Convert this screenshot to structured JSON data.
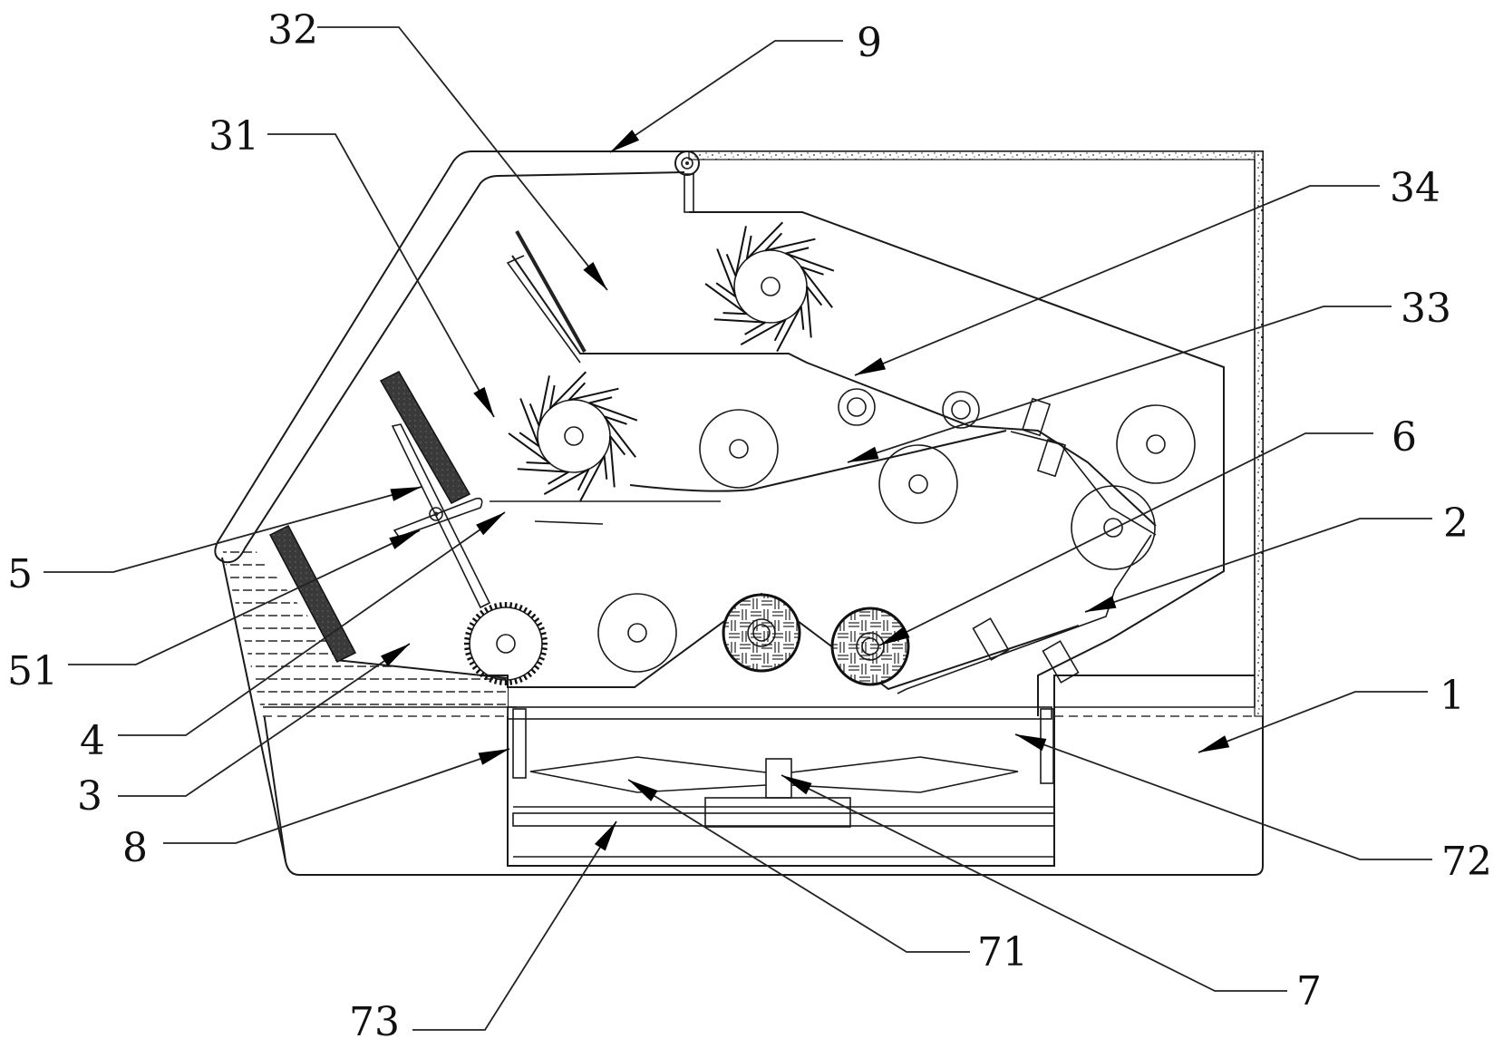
{
  "figure": {
    "type": "patent-cross-section-drawing",
    "line_color": "#1a1a1a",
    "background": "#ffffff"
  },
  "callouts": [
    {
      "id": "c32",
      "label": "32"
    },
    {
      "id": "c9",
      "label": "9"
    },
    {
      "id": "c31",
      "label": "31"
    },
    {
      "id": "c34",
      "label": "34"
    },
    {
      "id": "c33",
      "label": "33"
    },
    {
      "id": "c6",
      "label": "6"
    },
    {
      "id": "c2",
      "label": "2"
    },
    {
      "id": "c5",
      "label": "5"
    },
    {
      "id": "c51",
      "label": "51"
    },
    {
      "id": "c4",
      "label": "4"
    },
    {
      "id": "c3",
      "label": "3"
    },
    {
      "id": "c1",
      "label": "1"
    },
    {
      "id": "c8",
      "label": "8"
    },
    {
      "id": "c72",
      "label": "72"
    },
    {
      "id": "c71",
      "label": "71"
    },
    {
      "id": "c7",
      "label": "7"
    },
    {
      "id": "c73",
      "label": "73"
    }
  ]
}
